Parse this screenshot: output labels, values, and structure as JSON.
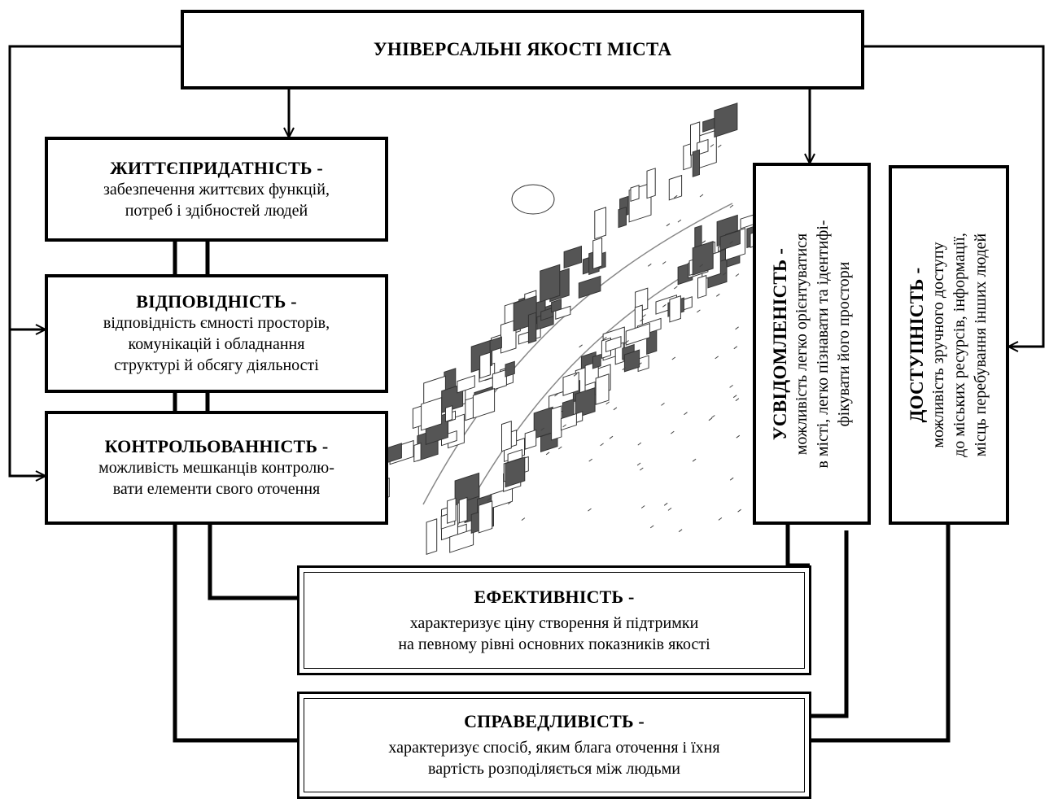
{
  "root": {
    "title": "УНІВЕРСАЛЬНІ ЯКОСТІ МІСТА"
  },
  "livability": {
    "title": "ЖИТТЄПРИДАТНІСТЬ -",
    "lines": [
      "забезпечення життєвих функцій,",
      "потреб і здібностей людей"
    ]
  },
  "fit": {
    "title": "ВІДПОВІДНІСТЬ -",
    "lines": [
      "відповідність ємності просторів,",
      "комунікацій і обладнання",
      "структурі й обсягу діяльності"
    ]
  },
  "control": {
    "title": "КОНТРОЛЬОВАННІСТЬ -",
    "lines": [
      "можливість мешканців контролю-",
      "вати елементи свого оточення"
    ]
  },
  "sense": {
    "title": "УСВІДОМЛЕНІСТЬ -",
    "lines": [
      "можливість легко орієнтуватися",
      "в місті, легко пізнавати та ідентифі-",
      "фікувати його простори"
    ]
  },
  "access": {
    "title": "ДОСТУПНІСТЬ -",
    "lines": [
      "можливість зручного доступу",
      "до міських ресурсів, інформації,",
      "місць перебування інших людей"
    ]
  },
  "efficiency": {
    "title": "ЕФЕКТИВНІСТЬ -",
    "lines": [
      "характеризує ціну створення й підтримки",
      "на певному рівні основних показників якості"
    ]
  },
  "justice": {
    "title": "СПРАВЕДЛИВІСТЬ -",
    "lines": [
      "характеризує спосіб, яким блага оточення і їхня",
      "вартість розподіляється між людьми"
    ]
  },
  "colors": {
    "line": "#000000",
    "box_fill": "#ffffff",
    "sketch": "#333333"
  }
}
